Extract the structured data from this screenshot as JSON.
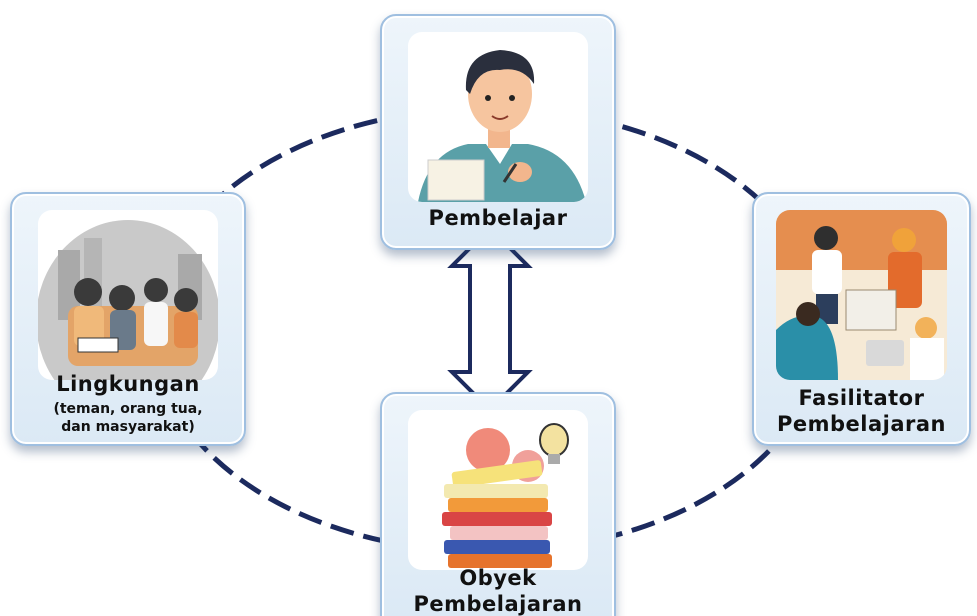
{
  "nodes": {
    "top": {
      "label": "Pembelajar"
    },
    "left": {
      "label": "Lingkungan",
      "sub_line1": "(teman, orang tua,",
      "sub_line2": "dan masyarakat)"
    },
    "right": {
      "label_line1": "Fasilitator",
      "label_line2": "Pembelajaran"
    },
    "bottom": {
      "label_line1": "Obyek",
      "label_line2": "Pembelajaran"
    }
  },
  "colors": {
    "ring": "#1c2a5e",
    "card_border": "#9fbfe0",
    "arrow_fill": "#ffffff",
    "arrow_stroke": "#1c2a5e"
  }
}
